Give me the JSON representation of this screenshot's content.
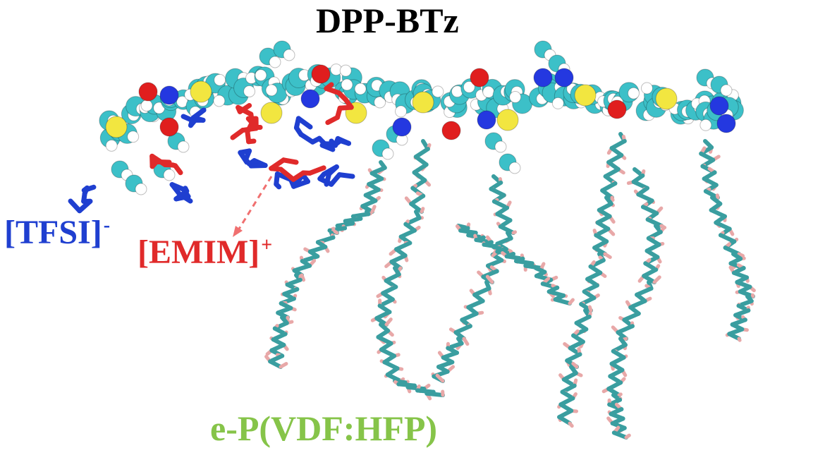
{
  "figure": {
    "title": "DPP-BTz",
    "labels": {
      "tfsi": {
        "text": "[TFSI]",
        "charge": "-",
        "color": "#1f3fd0"
      },
      "emim": {
        "text": "[EMIM]",
        "charge": "+",
        "color": "#e02a2a"
      },
      "pvdf": {
        "text": "e-P(VDF:HFP)",
        "color": "#86c449"
      }
    },
    "colors": {
      "carbon_backbone": "#3cc0c8",
      "hydrogen": "#ffffff",
      "sulfur": "#f2e640",
      "oxygen": "#e01e1e",
      "nitrogen": "#2438e0",
      "polymer_stick": "#3a9ea0",
      "fluorine": "#e8a8a8",
      "arrow": "#f07070"
    }
  }
}
